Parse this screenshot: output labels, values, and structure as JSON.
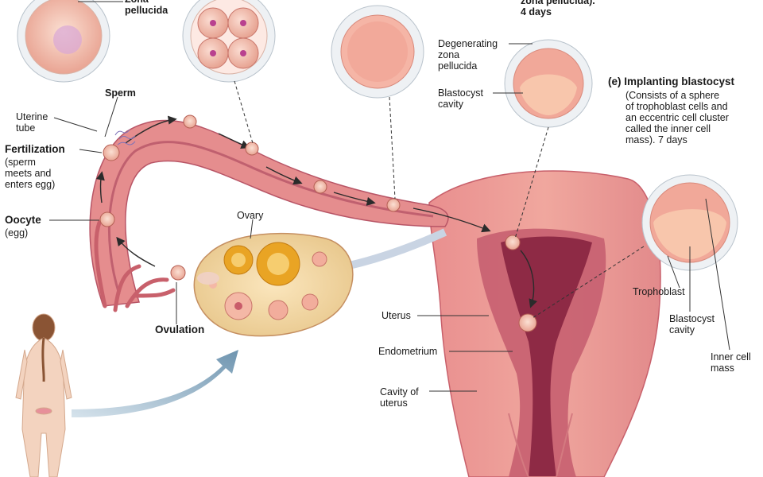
{
  "labels": {
    "zona_pellucida_top": "Zona\npellucida",
    "zona_pellucida_4days": "zona pellucida).\n4 days",
    "sperm": "Sperm",
    "uterine_tube": "Uterine\ntube",
    "fertilization": "Fertilization",
    "fertilization_desc": "(sperm\nmeets and\nenters egg)",
    "oocyte": "Oocyte",
    "oocyte_desc": "(egg)",
    "ovary": "Ovary",
    "ovulation": "Ovulation",
    "degenerating_zona": "Degenerating\nzona\npellucida",
    "blastocyst_cavity_top": "Blastocyst\ncavity",
    "implanting_title": "(e) Implanting blastocyst",
    "implanting_desc": "(Consists of a sphere\nof trophoblast cells and\nan eccentric cell cluster\ncalled the inner cell\nmass). 7 days",
    "trophoblast": "Trophoblast",
    "blastocyst_cavity_right": "Blastocyst\ncavity",
    "inner_cell_mass": "Inner cell\nmass",
    "uterus": "Uterus",
    "endometrium": "Endometrium",
    "cavity_of_uterus": "Cavity of\nuterus"
  },
  "colors": {
    "tissue": "#e2898c",
    "tissue_dark": "#b5475a",
    "cavity": "#8e2a45",
    "egg": "#f4b8a6",
    "follicle": "#e9a424",
    "arrow_blue": "#7d9fb8"
  }
}
